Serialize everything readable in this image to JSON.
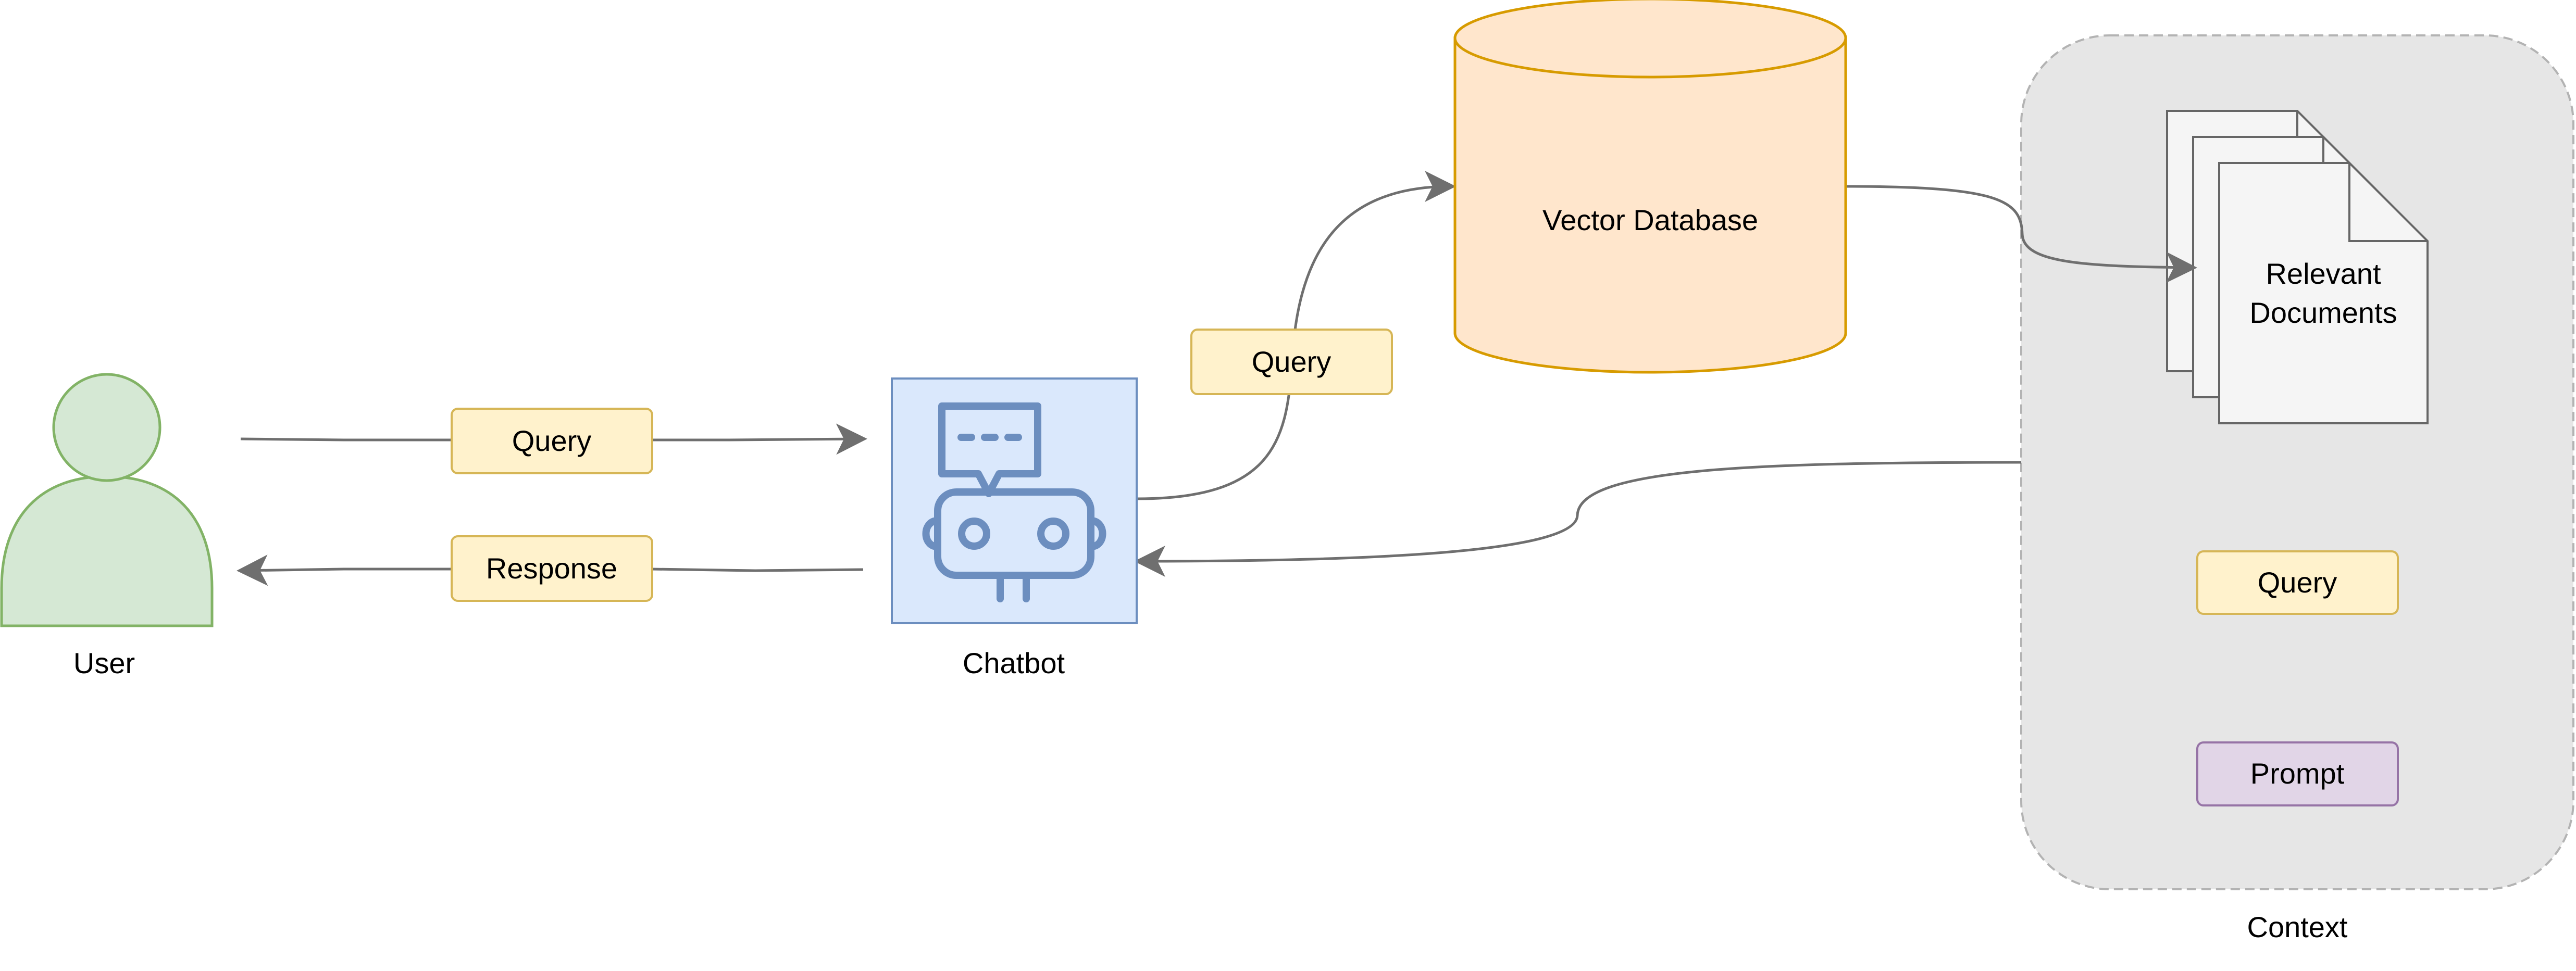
{
  "nodes": {
    "user": {
      "label": "User"
    },
    "chatbot": {
      "label": "Chatbot"
    },
    "vector_db": {
      "label": "Vector Database"
    },
    "documents": {
      "line1": "Relevant",
      "line2": "Documents"
    },
    "context": {
      "label": "Context",
      "query_label": "Query",
      "prompt_label": "Prompt"
    }
  },
  "edge_labels": {
    "user_query": "Query",
    "response": "Response",
    "chatbot_query": "Query"
  },
  "colors": {
    "user_fill": "#d5e8d4",
    "user_stroke": "#82b366",
    "chatbot_fill": "#dae8fc",
    "chatbot_stroke": "#6c8ebf",
    "db_fill": "#ffe6cc",
    "db_stroke": "#d79b00",
    "label_fill": "#fff2cc",
    "label_stroke": "#d6b656",
    "prompt_fill": "#e1d5e7",
    "prompt_stroke": "#9673a6",
    "context_fill": "#e6e6e6",
    "context_stroke": "#b3b3b3",
    "doc_fill": "#f5f5f5",
    "doc_stroke": "#666666",
    "edge": "#6f6f6f"
  },
  "icons": {
    "user": "person-icon",
    "chatbot": "robot-chat-icon",
    "vector_db": "database-cylinder-icon",
    "documents": "document-stack-icon"
  }
}
